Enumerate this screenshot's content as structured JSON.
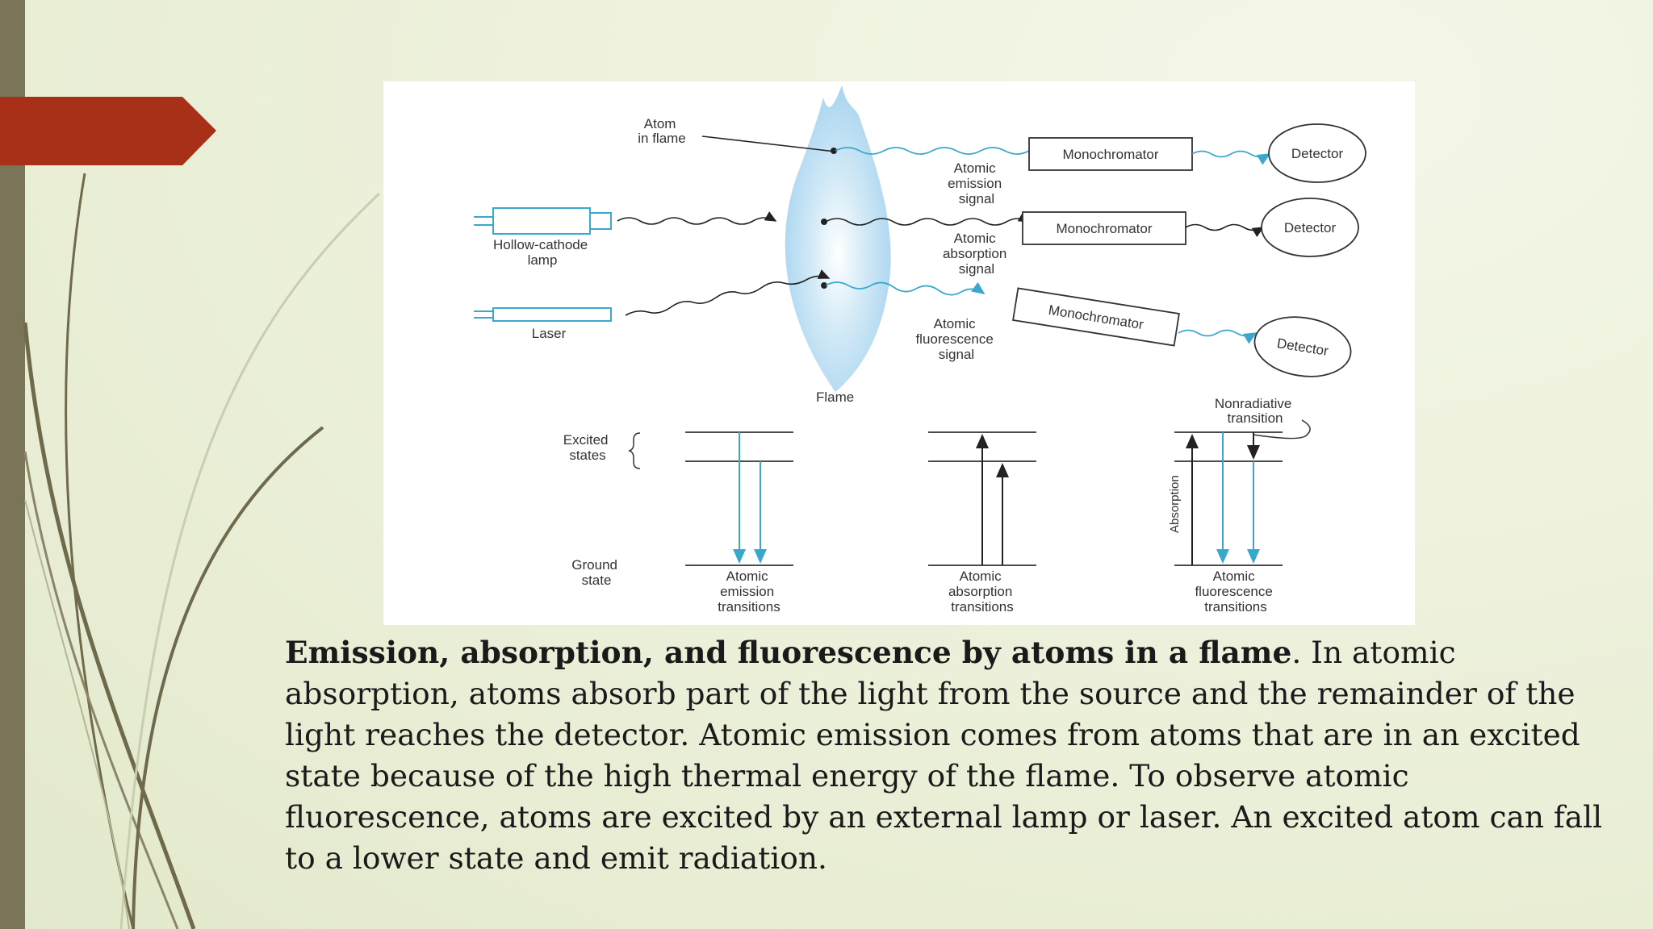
{
  "slide": {
    "accent_color": "#a83018",
    "sidebar_color": "#7a7459"
  },
  "figure": {
    "top_labels": {
      "atom_in_flame": [
        "Atom",
        "in flame"
      ],
      "hollow_cathode_lamp": [
        "Hollow-cathode",
        "lamp"
      ],
      "laser": "Laser",
      "flame": "Flame",
      "monochromator": "Monochromator",
      "detector": "Detector",
      "emission_signal": [
        "Atomic",
        "emission",
        "signal"
      ],
      "absorption_signal": [
        "Atomic",
        "absorption",
        "signal"
      ],
      "fluorescence_signal": [
        "Atomic",
        "fluorescence",
        "signal"
      ]
    },
    "energy_levels": {
      "excited_states": [
        "Excited",
        "states"
      ],
      "ground_state": [
        "Ground",
        "state"
      ],
      "nonradiative": [
        "Nonradiative",
        "transition"
      ],
      "absorption_axis": "Absorption",
      "emission_transitions": [
        "Atomic",
        "emission",
        "transitions"
      ],
      "absorption_transitions": [
        "Atomic",
        "absorption",
        "transitions"
      ],
      "fluorescence_transitions": [
        "Atomic",
        "fluorescence",
        "transitions"
      ]
    }
  },
  "caption": {
    "bold": "Emission, absorption, and fluorescence by atoms in a flame",
    "rest": ". In atomic absorption, atoms absorb part of the light from the source and the remainder of the light reaches the detector. Atomic emission comes from atoms that are in an excited state because of the high thermal energy of the flame. To observe atomic fluorescence, atoms are excited by an external lamp or laser. An excited atom can fall to a lower state and emit radiation."
  }
}
